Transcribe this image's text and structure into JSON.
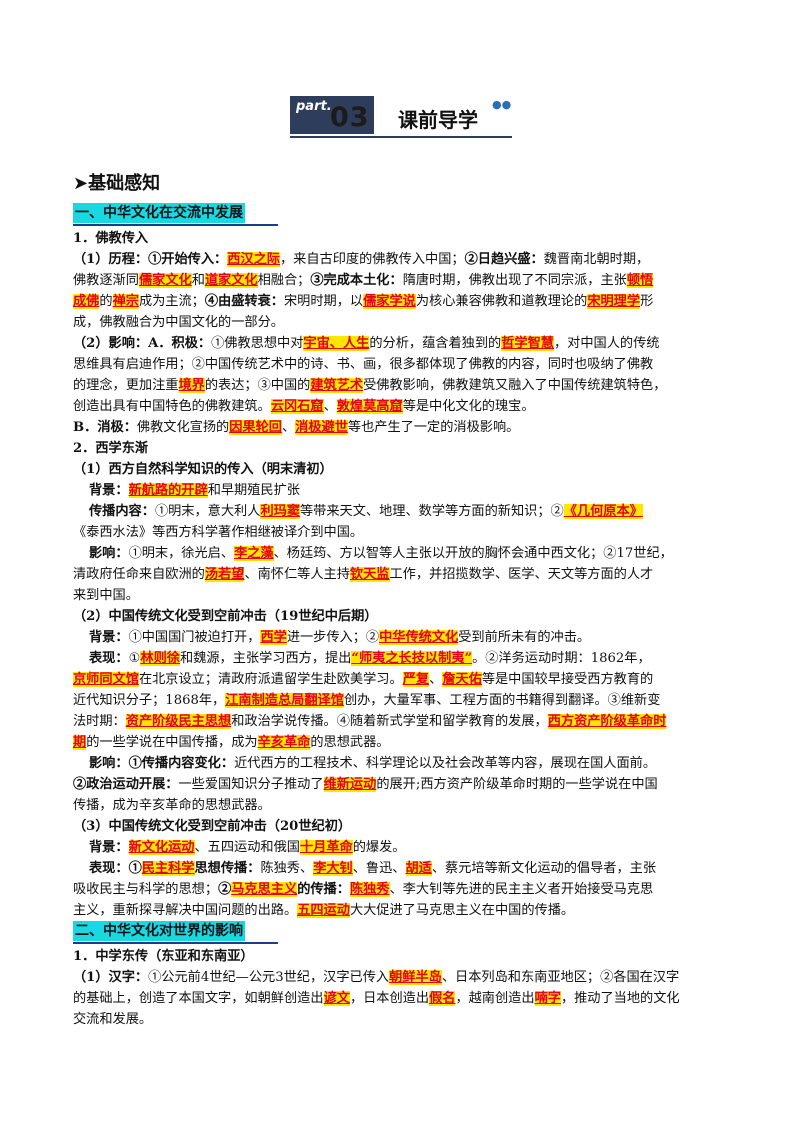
{
  "banner": {
    "part": "part.",
    "num": "03",
    "title": "课前导学",
    "deco": "●●"
  },
  "h1": "➤基础感知",
  "sec1": "一、中华文化在交流中发展",
  "sec2": "二、中华文化对世界的影响",
  "lines": [
    [
      [
        "b",
        "1．佛教传入"
      ]
    ],
    [
      [
        "b",
        "（1）历程："
      ],
      [
        "b",
        "①开始传入："
      ],
      [
        "hl",
        "西汉之际"
      ],
      [
        "t",
        "，来自古印度的佛教传入中国；"
      ],
      [
        "b",
        "②日趋兴盛："
      ],
      [
        "t",
        "魏晋南北朝时期，"
      ]
    ],
    [
      [
        "t",
        "佛教逐渐同"
      ],
      [
        "hl",
        "儒家文化"
      ],
      [
        "t",
        "和"
      ],
      [
        "hl",
        "道家文化"
      ],
      [
        "t",
        "相融合；"
      ],
      [
        "b",
        "③完成本土化："
      ],
      [
        "t",
        "隋唐时期，佛教出现了不同宗派，主张"
      ],
      [
        "hl",
        "顿悟"
      ]
    ],
    [
      [
        "hl",
        "成佛"
      ],
      [
        "t",
        "的"
      ],
      [
        "hl",
        "禅宗"
      ],
      [
        "t",
        "成为主流；"
      ],
      [
        "b",
        "④由盛转衰："
      ],
      [
        "t",
        "宋明时期，以"
      ],
      [
        "hl",
        "儒家学说"
      ],
      [
        "t",
        "为核心兼容佛教和道教理论的"
      ],
      [
        "hl",
        "宋明理学"
      ],
      [
        "t",
        "形"
      ]
    ],
    [
      [
        "t",
        "成，佛教融合为中国文化的一部分。"
      ]
    ],
    [
      [
        "b",
        "（2）影响：A．积极："
      ],
      [
        "t",
        "①佛教思想中对"
      ],
      [
        "hl",
        "宇宙、人生"
      ],
      [
        "t",
        "的分析，蕴含着独到的"
      ],
      [
        "hl",
        "哲学智慧"
      ],
      [
        "t",
        "，对中国人的传统"
      ]
    ],
    [
      [
        "t",
        "思维具有启迪作用；②中国传统艺术中的诗、书、画，很多都体现了佛教的内容，同时也吸纳了佛教"
      ]
    ],
    [
      [
        "t",
        "的理念，更加注重"
      ],
      [
        "hl",
        "境界"
      ],
      [
        "t",
        "的表达；③中国的"
      ],
      [
        "hl",
        "建筑艺术"
      ],
      [
        "t",
        "受佛教影响，佛教建筑又融入了中国传统建筑特色，"
      ]
    ],
    [
      [
        "t",
        "创造出具有中国特色的佛教建筑。"
      ],
      [
        "hl",
        "云冈石窟"
      ],
      [
        "t",
        "、"
      ],
      [
        "hl",
        "敦煌莫高窟"
      ],
      [
        "t",
        "等是中化文化的瑰宝。"
      ]
    ],
    [
      [
        "b",
        "B．消极："
      ],
      [
        "t",
        "佛教文化宣扬的"
      ],
      [
        "hl",
        "因果轮回"
      ],
      [
        "t",
        "、"
      ],
      [
        "hl",
        "消极避世"
      ],
      [
        "t",
        "等也产生了一定的消极影响。"
      ]
    ],
    [
      [
        "b",
        "2．西学东渐"
      ]
    ],
    [
      [
        "b",
        "（1）西方自然科学知识的传入（明末清初）"
      ]
    ],
    [
      [
        "ib",
        "背景："
      ],
      [
        "hl",
        "新航路的开辟"
      ],
      [
        "t",
        "和早期殖民扩张"
      ]
    ],
    [
      [
        "ib",
        "传播内容："
      ],
      [
        "t",
        "①明末，意大利人"
      ],
      [
        "hl",
        "利玛窦"
      ],
      [
        "t",
        "等带来天文、地理、数学等方面的新知识；②"
      ],
      [
        "hl",
        "《几何原本》"
      ]
    ],
    [
      [
        "t",
        "《泰西水法》等西方科学著作相继被译介到中国。"
      ]
    ],
    [
      [
        "ib",
        "影响："
      ],
      [
        "t",
        "①明末，徐光启、"
      ],
      [
        "hl",
        "李之藻"
      ],
      [
        "t",
        "、杨廷筠、方以智等人主张以开放的胸怀会通中西文化；②17世纪，"
      ]
    ],
    [
      [
        "t",
        "清政府任命来自欧洲的"
      ],
      [
        "hl",
        "汤若望"
      ],
      [
        "t",
        "、南怀仁等人主持"
      ],
      [
        "hl",
        "钦天监"
      ],
      [
        "t",
        "工作，并招揽数学、医学、天文等方面的人才"
      ]
    ],
    [
      [
        "t",
        "来到中国。"
      ]
    ],
    [
      [
        "b",
        "（2）中国传统文化受到空前冲击（19世纪中后期）"
      ]
    ],
    [
      [
        "ib",
        "背景："
      ],
      [
        "t",
        "①中国国门被迫打开，"
      ],
      [
        "hl",
        "西学"
      ],
      [
        "t",
        "进一步传入；②"
      ],
      [
        "hl",
        "中华传统文化"
      ],
      [
        "t",
        "受到前所未有的冲击。"
      ]
    ],
    [
      [
        "ib",
        "表现："
      ],
      [
        "t",
        "①"
      ],
      [
        "hl",
        "林则徐"
      ],
      [
        "t",
        "和魏源，主张学习西方，提出"
      ],
      [
        "hl",
        "“师夷之长技以制夷”"
      ],
      [
        "t",
        "。②洋务运动时期：1862年，"
      ]
    ],
    [
      [
        "hl",
        "京师同文馆"
      ],
      [
        "t",
        "在北京设立；清政府派遣留学生赴欧美学习。"
      ],
      [
        "hl",
        "严复"
      ],
      [
        "t",
        "、"
      ],
      [
        "hl",
        "詹天佑"
      ],
      [
        "t",
        "等是中国较早接受西方教育的"
      ]
    ],
    [
      [
        "t",
        "近代知识分子；1868年，"
      ],
      [
        "hl",
        "江南制造总局翻译馆"
      ],
      [
        "t",
        "创办，大量军事、工程方面的书籍得到翻译。③维新变"
      ]
    ],
    [
      [
        "t",
        "法时期："
      ],
      [
        "hl",
        "资产阶级民主思想"
      ],
      [
        "t",
        "和政治学说传播。④随着新式学堂和留学教育的发展，"
      ],
      [
        "hl",
        "西方资产阶级革命时"
      ]
    ],
    [
      [
        "hl",
        "期"
      ],
      [
        "t",
        "的一些学说在中国传播，成为"
      ],
      [
        "hl",
        "辛亥革命"
      ],
      [
        "t",
        "的思想武器。"
      ]
    ],
    [
      [
        "ib",
        "影响："
      ],
      [
        "b",
        "①传播内容变化："
      ],
      [
        "t",
        "近代西方的工程技术、科学理论以及社会改革等内容，展现在国人面前。"
      ]
    ],
    [
      [
        "b",
        "②政治运动开展："
      ],
      [
        "t",
        "一些爱国知识分子推动了"
      ],
      [
        "hl",
        "维新运动"
      ],
      [
        "t",
        "的展开;西方资产阶级革命时期的一些学说在中国"
      ]
    ],
    [
      [
        "t",
        "传播，成为辛亥革命的思想武器。"
      ]
    ],
    [
      [
        "b",
        "（3）中国传统文化受到空前冲击（20世纪初）"
      ]
    ],
    [
      [
        "ib",
        "背景："
      ],
      [
        "hl",
        "新文化运动"
      ],
      [
        "t",
        "、五四运动和俄国"
      ],
      [
        "hl",
        "十月革命"
      ],
      [
        "t",
        "的爆发。"
      ]
    ],
    [
      [
        "ib",
        "表现："
      ],
      [
        "b",
        "①"
      ],
      [
        "hl",
        "民主科学"
      ],
      [
        "b",
        "思想传播："
      ],
      [
        "t",
        "陈独秀、"
      ],
      [
        "hl",
        "李大钊"
      ],
      [
        "t",
        "、鲁迅、"
      ],
      [
        "hl",
        "胡适"
      ],
      [
        "t",
        "、蔡元培等新文化运动的倡导者，主张"
      ]
    ],
    [
      [
        "t",
        "吸收民主与科学的思想；"
      ],
      [
        "b",
        "②"
      ],
      [
        "hl",
        "马克思主义"
      ],
      [
        "b",
        "的传播："
      ],
      [
        "hl",
        "陈独秀"
      ],
      [
        "t",
        "、李大钊等先进的民主主义者开始接受马克思"
      ]
    ],
    [
      [
        "t",
        "主义，重新探寻解决中国问题的出路。"
      ],
      [
        "hl",
        "五四运动"
      ],
      [
        "t",
        "大大促进了马克思主义在中国的传播。"
      ]
    ],
    [
      [
        "sec2",
        ""
      ]
    ],
    [
      [
        "b",
        "1．中学东传（东亚和东南亚）"
      ]
    ],
    [
      [
        "b",
        "（1）汉字："
      ],
      [
        "t",
        "①公元前4世纪—公元3世纪，汉字已传入"
      ],
      [
        "hl",
        "朝鲜半岛"
      ],
      [
        "t",
        "、日本列岛和东南亚地区；②各国在汉字"
      ]
    ],
    [
      [
        "t",
        "的基础上，创造了本国文字，如朝鲜创造出"
      ],
      [
        "hl",
        "谚文"
      ],
      [
        "t",
        "，日本创造出"
      ],
      [
        "hl",
        "假名"
      ],
      [
        "t",
        "，越南创造出"
      ],
      [
        "hl",
        "喃字"
      ],
      [
        "t",
        "，推动了当地的文化"
      ]
    ],
    [
      [
        "t",
        "交流和发展。"
      ]
    ]
  ]
}
